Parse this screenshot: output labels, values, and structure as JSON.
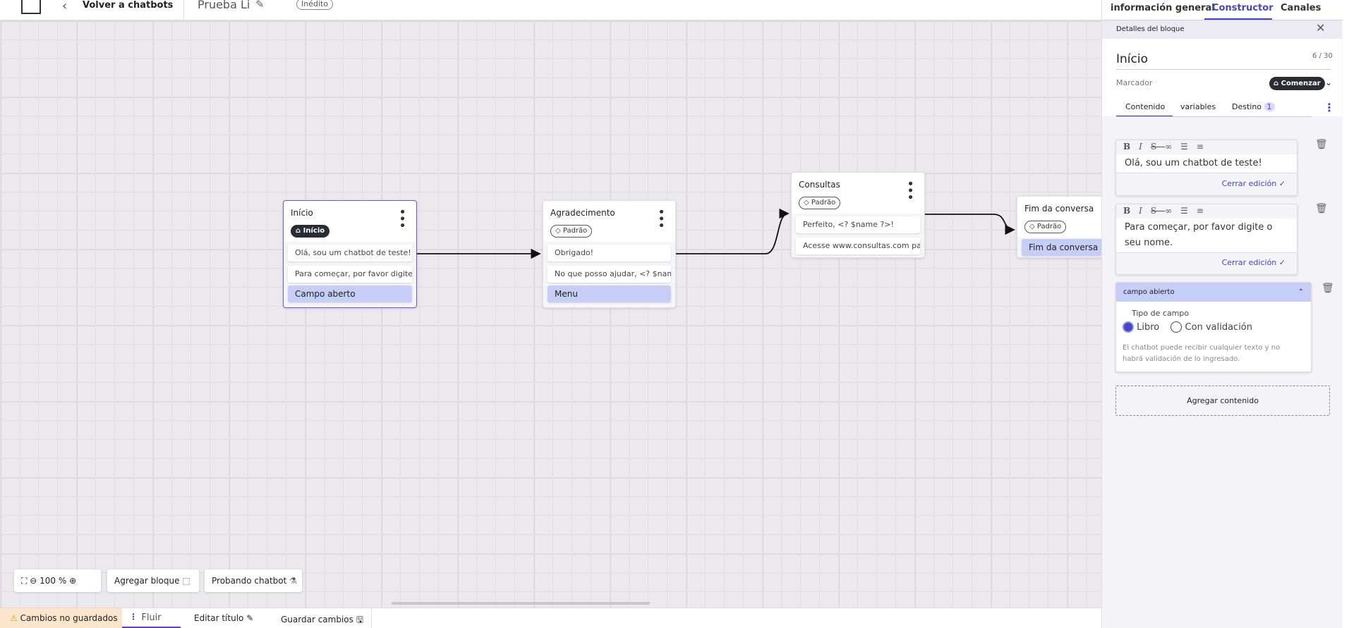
{
  "topbar": {
    "back_label": "Volver a chatbots",
    "title": "Prueba Li",
    "status": "Inédito"
  },
  "panel": {
    "tabs": [
      "información general",
      "Constructor",
      "Canales"
    ],
    "header": "Detalles del bloque",
    "block_name": "Início",
    "char_count": "6 / 30",
    "marker_label": "Marcador",
    "marker_value": "Comenzar",
    "subtabs": [
      "Contenido",
      "variables",
      "Destino"
    ],
    "destino_count": "1",
    "contents": [
      {
        "text": "Olá, sou um chatbot de teste!",
        "close": "Cerrar edición"
      },
      {
        "text": "Para começar, por favor digite o seu nome.",
        "close": "Cerrar edición"
      }
    ],
    "field": {
      "title": "campo abierto",
      "type_label": "Tipo de campo",
      "options": [
        "Libro",
        "Con validación"
      ],
      "selected": "Libro",
      "help": "El chatbot puede recibir cualquier texto y no habrá validación de lo ingresado."
    },
    "add_content": "Agregar contenido"
  },
  "nodes": [
    {
      "title": "Início",
      "tag": "Início",
      "items": [
        "Olá, sou um chatbot de teste!",
        "Para começar, por favor digite o ..."
      ],
      "action": "Campo aberto"
    },
    {
      "title": "Agradecimento",
      "tag": "Padrão",
      "items": [
        "Obrigado!",
        "No que posso ajudar, <? $name ..."
      ],
      "action": "Menu"
    },
    {
      "title": "Consultas",
      "tag": "Padrão",
      "items": [
        "Perfeito, <? $name ?>!",
        "Acesse www.consultas.com par..."
      ]
    },
    {
      "title": "Fim da conversa",
      "tag": "Padrão",
      "action": "Fim da conversa"
    }
  ],
  "toolbar": {
    "zoom": "100 %",
    "add_block": "Agregar bloque",
    "test": "Probando chatbot"
  },
  "bottom": {
    "unsaved": "Cambios no guardados",
    "tab": "Fluir",
    "edit_title": "Editar título",
    "save": "Guardar cambios"
  },
  "colors": {
    "accent": "#4545c8",
    "highlight": "#c6cdf7",
    "warning_bg": "#fbe5cc"
  }
}
